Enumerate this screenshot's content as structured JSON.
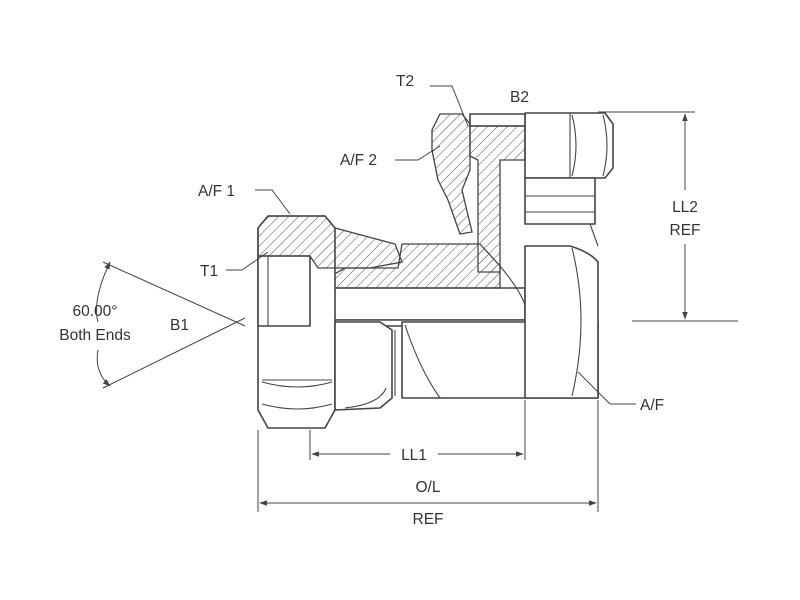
{
  "labels": {
    "t2": "T2",
    "b2": "B2",
    "af2": "A/F 2",
    "af1": "A/F 1",
    "t1": "T1",
    "b1": "B1",
    "angle_value": "60.00°",
    "angle_note": "Both Ends",
    "ll2_line1": "LL2",
    "ll2_line2": "REF",
    "af": "A/F",
    "ll1": "LL1",
    "ol_line1": "O/L",
    "ol_line2": "REF"
  }
}
